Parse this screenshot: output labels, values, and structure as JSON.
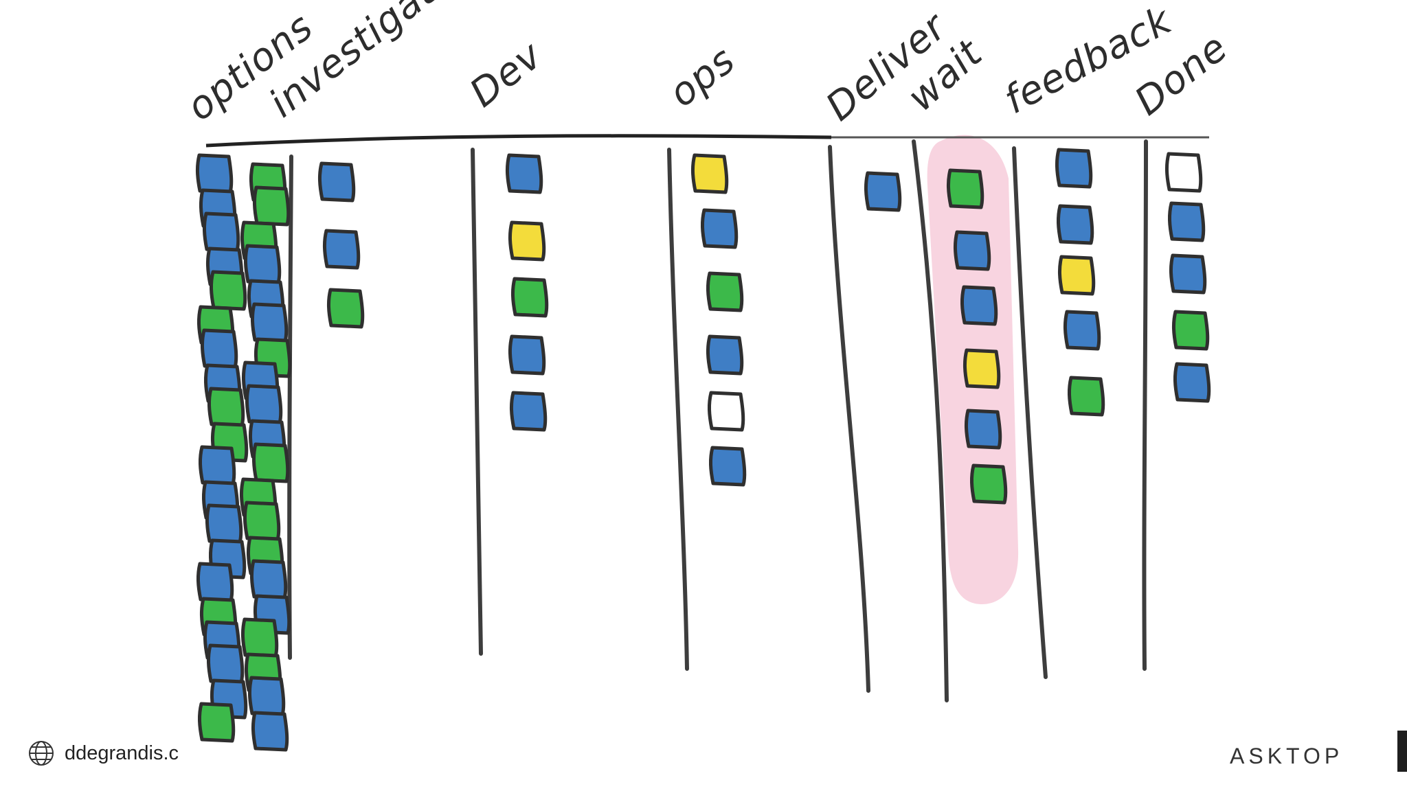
{
  "columns": [
    {
      "label": "options"
    },
    {
      "label": "investigate"
    },
    {
      "label": "Dev"
    },
    {
      "label": "ops"
    },
    {
      "label": "Deliver"
    },
    {
      "label": "wait"
    },
    {
      "label": "feedback"
    },
    {
      "label": "Done"
    }
  ],
  "colors": {
    "blue": "#3f7ec5",
    "green": "#3cb94a",
    "yellow": "#f3dc3b",
    "empty": "#ffffff",
    "line": "#3d3d3d",
    "highlight": "#f5c6d6"
  },
  "footer": {
    "site": "ddegrandis.c",
    "brand": "ASKTOP"
  },
  "icons": {
    "site": "globe-icon"
  }
}
